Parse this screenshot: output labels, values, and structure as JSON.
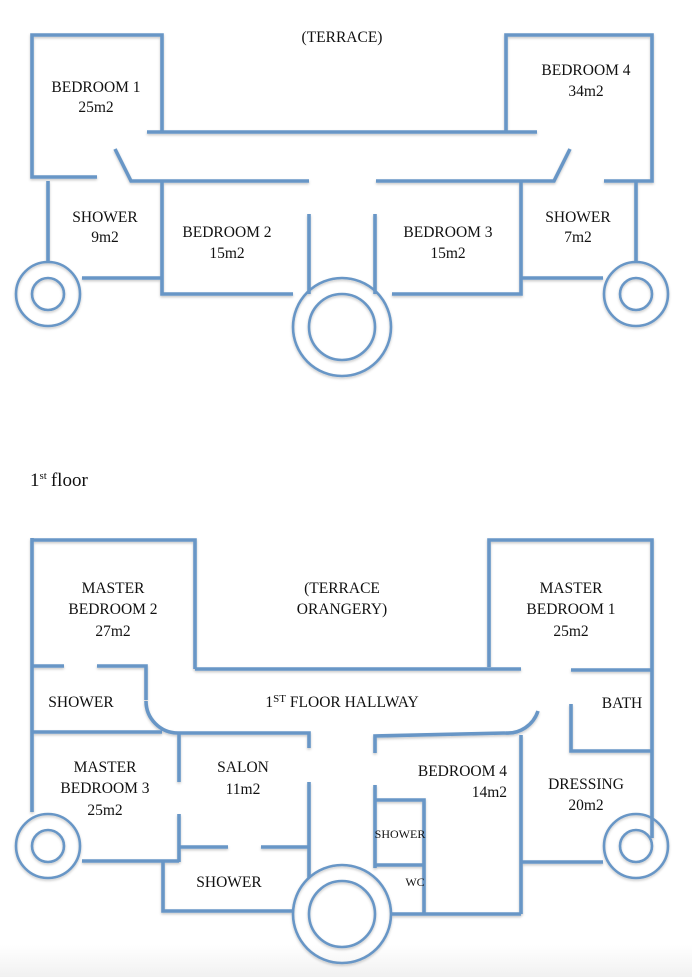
{
  "colors": {
    "wall": "#6796c6",
    "text": "#111111",
    "background": "#ffffff"
  },
  "upper_floor": {
    "terrace": "(TERRACE)",
    "rooms": {
      "bedroom1": {
        "name": "BEDROOM 1",
        "area": "25m2"
      },
      "bedroom4": {
        "name": "BEDROOM 4",
        "area": "34m2"
      },
      "shower_left": {
        "name": "SHOWER",
        "area": "9m2"
      },
      "bedroom2": {
        "name": "BEDROOM 2",
        "area": "15m2"
      },
      "bedroom3": {
        "name": "BEDROOM 3",
        "area": "15m2"
      },
      "shower_right": {
        "name": "SHOWER",
        "area": "7m2"
      }
    }
  },
  "first_floor": {
    "heading_number": "1",
    "heading_suffix": "st",
    "heading_word": "floor",
    "terrace_line1": "(TERRACE",
    "terrace_line2": "ORANGERY)",
    "hallway_number": "1",
    "hallway_suffix": "ST",
    "hallway_label": "FLOOR HALLWAY",
    "rooms": {
      "master2": {
        "line1": "MASTER",
        "line2": "BEDROOM 2",
        "area": "27m2"
      },
      "master1": {
        "line1": "MASTER",
        "line2": "BEDROOM 1",
        "area": "25m2"
      },
      "shower_a": {
        "name": "SHOWER"
      },
      "bath": {
        "name": "BATH"
      },
      "master3": {
        "line1": "MASTER",
        "line2": "BEDROOM 3",
        "area": "25m2"
      },
      "salon": {
        "name": "SALON",
        "area": "11m2"
      },
      "bedroom4": {
        "name": "BEDROOM 4",
        "area": "14m2"
      },
      "dressing": {
        "name": "DRESSING",
        "area": "20m2"
      },
      "shower_b": {
        "name": "SHOWER"
      },
      "shower_c": {
        "name": "SHOWER"
      },
      "wc": {
        "name": "WC"
      }
    }
  }
}
